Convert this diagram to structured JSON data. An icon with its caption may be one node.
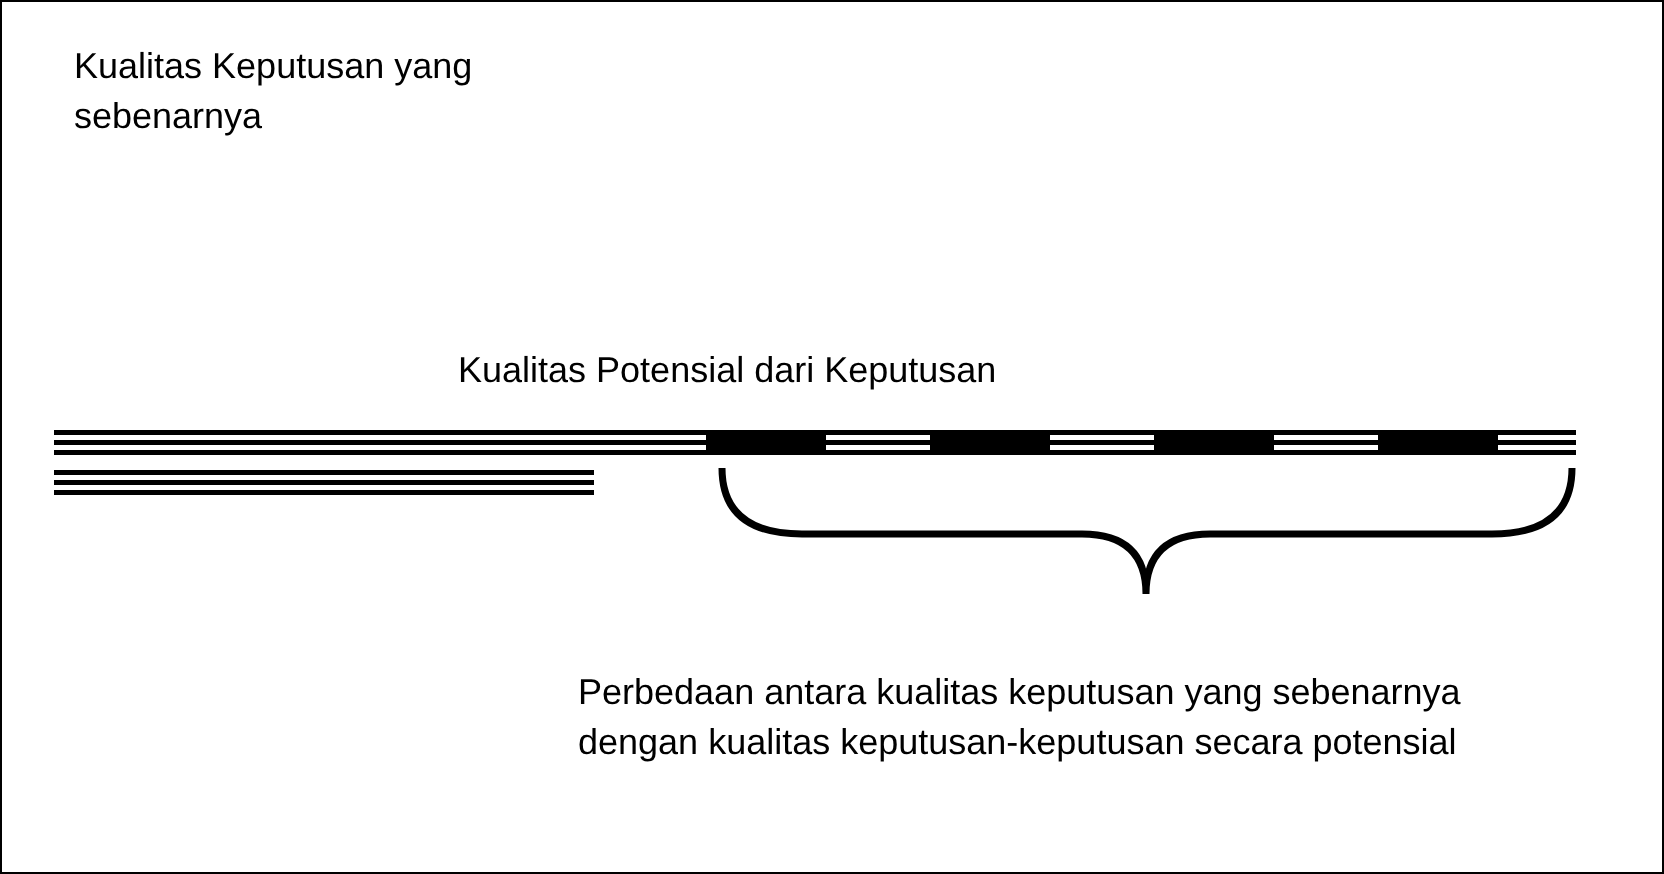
{
  "diagram": {
    "labels": [
      "Kualitas Keputusan yang sebenarnya",
      "Kualitas Potensial dari Keputusan",
      "Perbedaan antara kualitas keputusan yang sebenarnya dengan kualitas keputusan-keputusan secara potensial"
    ]
  }
}
